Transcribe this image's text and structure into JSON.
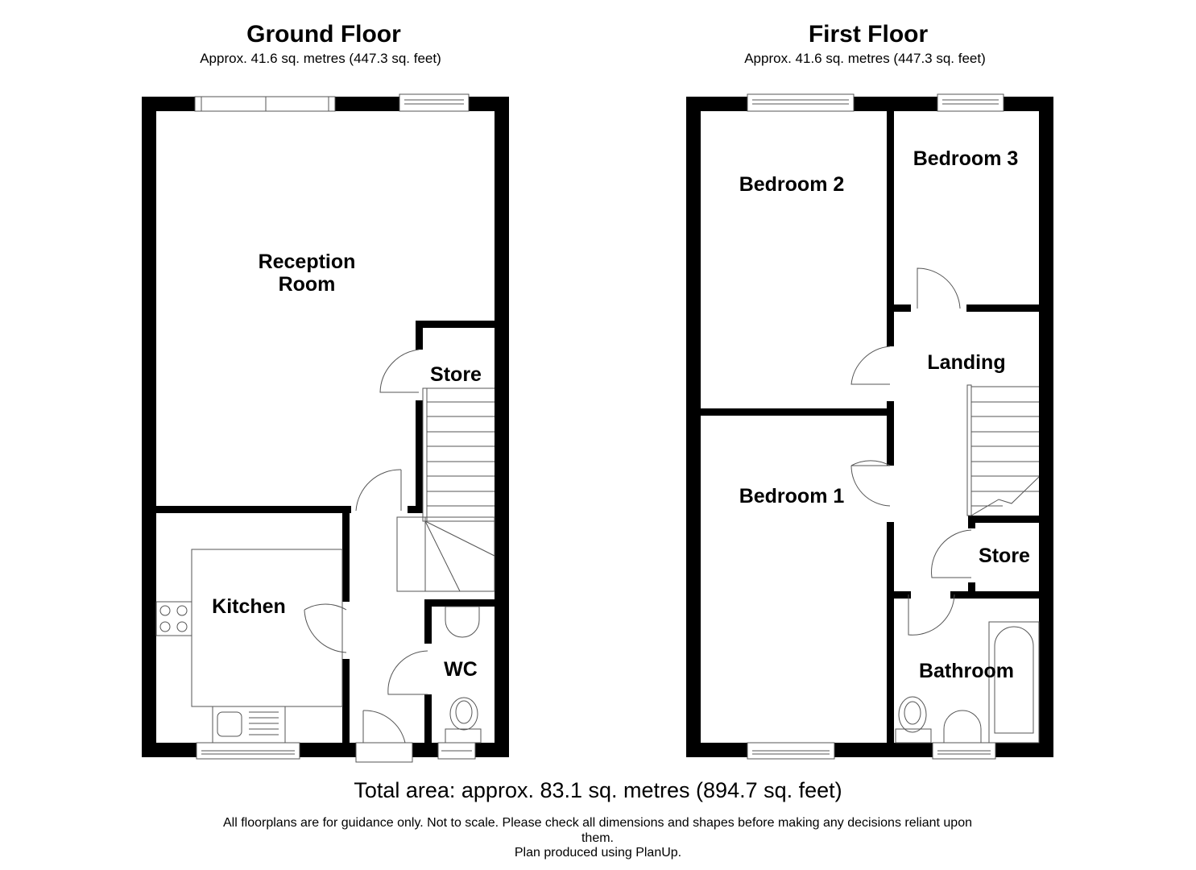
{
  "ground_floor": {
    "title": "Ground Floor",
    "area": "Approx. 41.6 sq. metres (447.3 sq. feet)",
    "rooms": {
      "reception_line1": "Reception",
      "reception_line2": "Room",
      "store": "Store",
      "kitchen": "Kitchen",
      "wc": "WC"
    }
  },
  "first_floor": {
    "title": "First Floor",
    "area": "Approx. 41.6 sq. metres (447.3 sq. feet)",
    "rooms": {
      "bedroom2": "Bedroom 2",
      "bedroom3": "Bedroom 3",
      "landing": "Landing",
      "bedroom1": "Bedroom 1",
      "store": "Store",
      "bathroom": "Bathroom"
    }
  },
  "footer": {
    "total_area": "Total area: approx. 83.1 sq. metres (894.7 sq. feet)",
    "disclaimer": "All floorplans are for guidance only. Not to scale. Please check all dimensions and shapes before making any decisions reliant upon them.",
    "credit": "Plan produced using PlanUp."
  },
  "colors": {
    "wall": "#000000",
    "fixture_line": "#555555",
    "background": "#ffffff"
  }
}
